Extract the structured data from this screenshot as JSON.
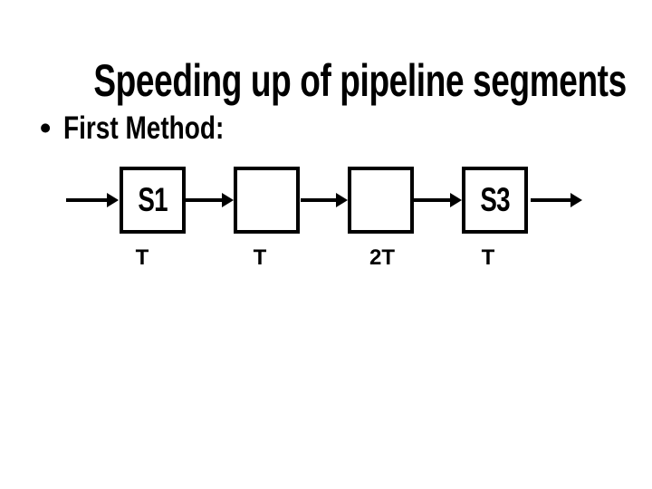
{
  "slide": {
    "title": "Speeding up of pipeline segments",
    "background_color": "#ffffff",
    "text_color": "#000000",
    "bullet": {
      "marker": "•",
      "text": "First Method:"
    }
  },
  "diagram": {
    "type": "pipeline-block-diagram",
    "flow_direction": "left-to-right",
    "stroke_color": "#000000",
    "stages": [
      {
        "label": "S1",
        "delay": "T"
      },
      {
        "label": "",
        "delay": "T"
      },
      {
        "label": "",
        "delay": "2T"
      },
      {
        "label": "S3",
        "delay": "T"
      }
    ]
  }
}
